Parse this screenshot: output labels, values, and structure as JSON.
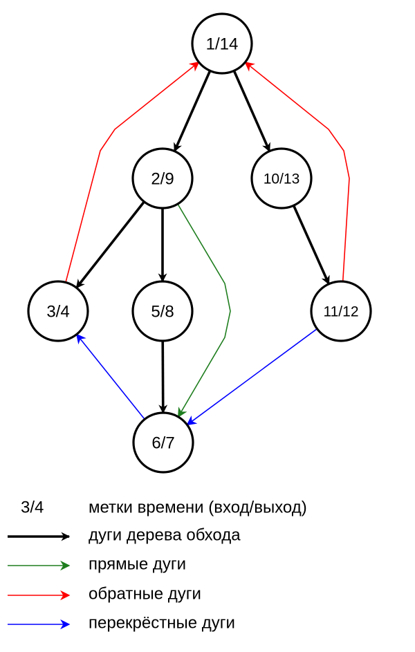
{
  "diagram": {
    "type": "dfs-graph",
    "colors": {
      "tree": "#000000",
      "forward": "#1e7d1e",
      "back": "#ff0000",
      "cross": "#0000ff"
    },
    "nodes": [
      {
        "id": "n1",
        "label": "1/14"
      },
      {
        "id": "n2",
        "label": "2/9"
      },
      {
        "id": "n10",
        "label": "10/13"
      },
      {
        "id": "n3",
        "label": "3/4"
      },
      {
        "id": "n5",
        "label": "5/8"
      },
      {
        "id": "n11",
        "label": "11/12"
      },
      {
        "id": "n6",
        "label": "6/7"
      }
    ],
    "edges": [
      {
        "from": "n1",
        "to": "n2",
        "kind": "tree"
      },
      {
        "from": "n1",
        "to": "n10",
        "kind": "tree"
      },
      {
        "from": "n2",
        "to": "n3",
        "kind": "tree"
      },
      {
        "from": "n2",
        "to": "n5",
        "kind": "tree"
      },
      {
        "from": "n5",
        "to": "n6",
        "kind": "tree"
      },
      {
        "from": "n10",
        "to": "n11",
        "kind": "tree"
      },
      {
        "from": "n2",
        "to": "n6",
        "kind": "forward"
      },
      {
        "from": "n3",
        "to": "n1",
        "kind": "back"
      },
      {
        "from": "n11",
        "to": "n1",
        "kind": "back"
      },
      {
        "from": "n6",
        "to": "n3",
        "kind": "cross"
      },
      {
        "from": "n11",
        "to": "n6",
        "kind": "cross"
      }
    ]
  },
  "legend": {
    "timestamp_sample": "3/4",
    "timestamp_label": "метки времени (вход/выход)",
    "items": [
      {
        "kind": "tree",
        "label": "дуги дерева обхода"
      },
      {
        "kind": "forward",
        "label": "прямые дуги"
      },
      {
        "kind": "back",
        "label": "обратные дуги"
      },
      {
        "kind": "cross",
        "label": "перекрёстные дуги"
      }
    ]
  }
}
